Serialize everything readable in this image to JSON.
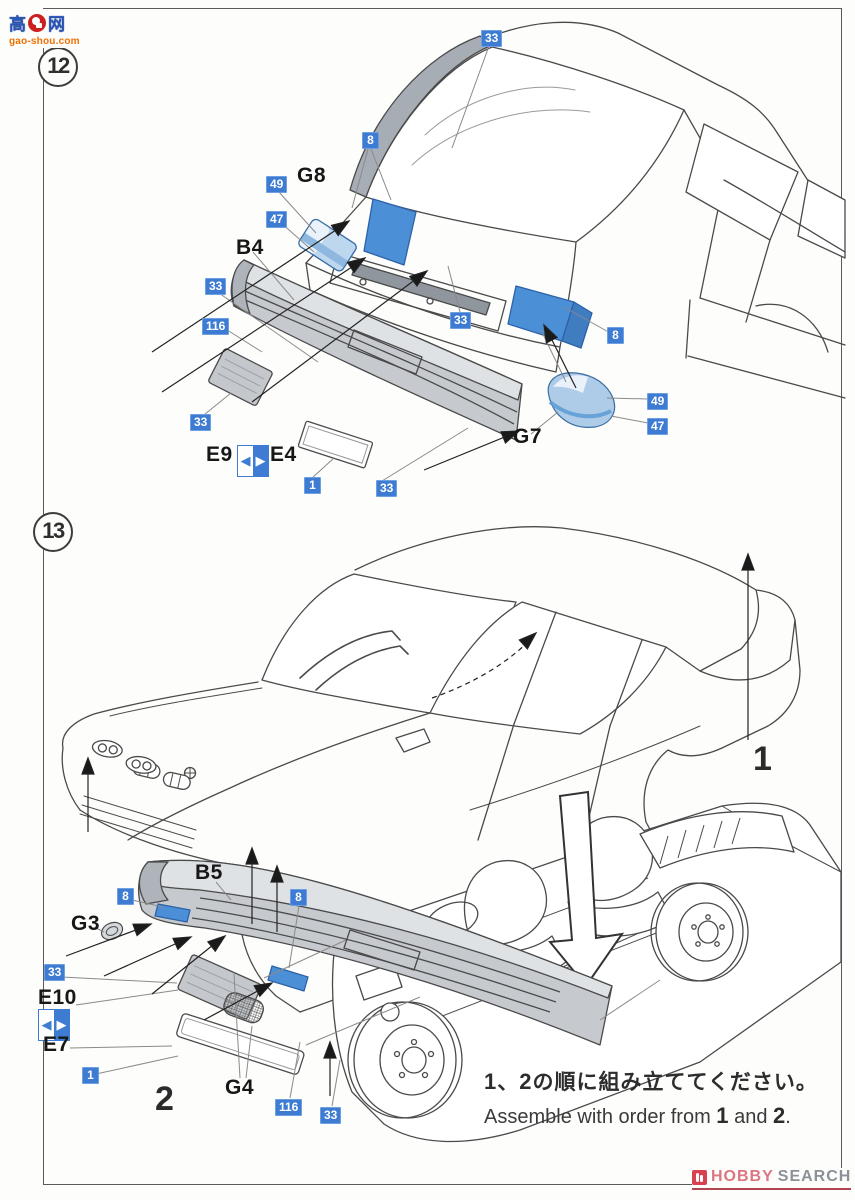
{
  "watermark": {
    "char_left": "高",
    "char_right": "网",
    "url": "gao-shou.com"
  },
  "steps": [
    {
      "number": "12"
    },
    {
      "number": "13"
    }
  ],
  "labels": [
    {
      "t": "33"
    },
    {
      "t": "8"
    },
    {
      "t": "49"
    },
    {
      "t": "G8"
    },
    {
      "t": "47"
    },
    {
      "t": "B4"
    },
    {
      "t": "33"
    },
    {
      "t": "116"
    },
    {
      "t": "33"
    },
    {
      "t": "8"
    },
    {
      "t": "49"
    },
    {
      "t": "47"
    },
    {
      "t": "G7"
    },
    {
      "t": "33"
    },
    {
      "t": "E9"
    },
    {
      "t": "E4"
    },
    {
      "t": "1"
    },
    {
      "t": "33"
    },
    {
      "t": "B5"
    },
    {
      "t": "8"
    },
    {
      "t": "8"
    },
    {
      "t": "G3"
    },
    {
      "t": "33"
    },
    {
      "t": "E10"
    },
    {
      "t": "E7"
    },
    {
      "t": "1"
    },
    {
      "t": "2"
    },
    {
      "t": "G4"
    },
    {
      "t": "116"
    },
    {
      "t": "33"
    },
    {
      "t": "1"
    }
  ],
  "icons": {
    "swap_left": "◀",
    "swap_right": "▶"
  },
  "note": {
    "jp": [
      "1",
      "、",
      "2",
      "の順に組み立ててください。"
    ],
    "en": [
      "Assemble with order from ",
      "1",
      " and ",
      "2",
      "."
    ]
  },
  "brand": {
    "word1": "HOBBY",
    "word2": "SEARCH"
  }
}
